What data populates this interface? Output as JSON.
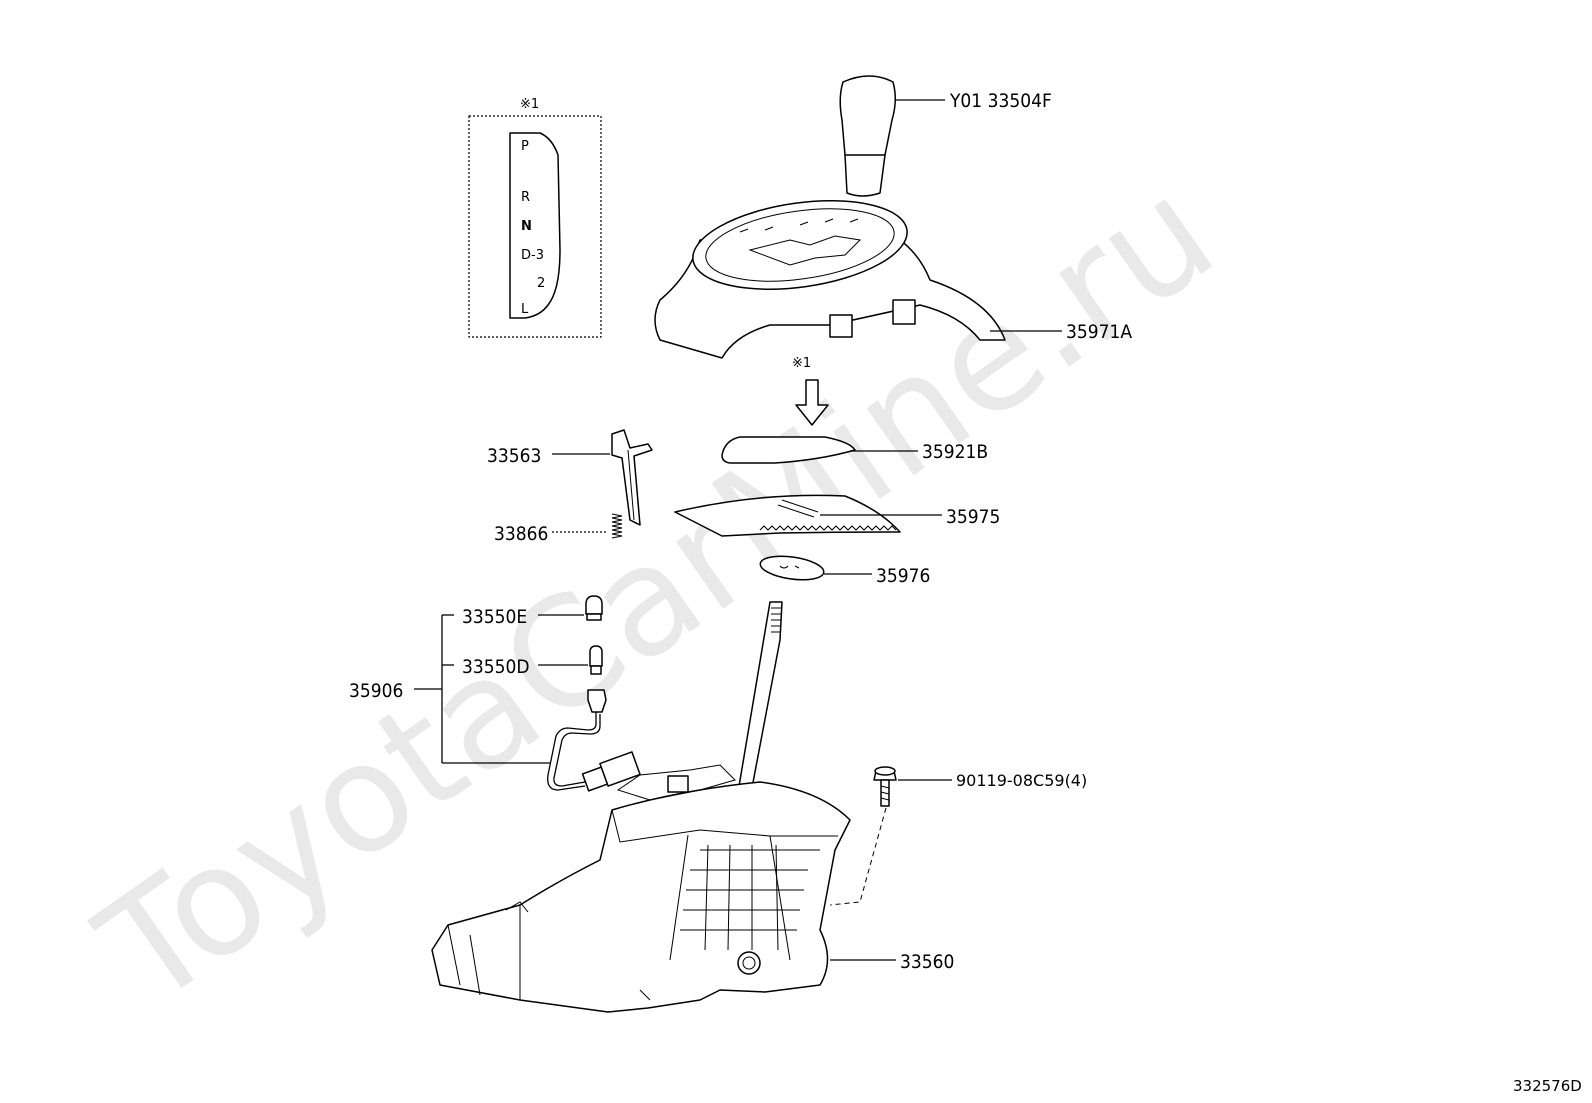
{
  "watermark": "ToyotaCarMine.ru",
  "diagram_id": "332576D",
  "inset": {
    "mark": "※1",
    "gears": [
      "P",
      "R",
      "N",
      "D-3",
      "2",
      "L"
    ]
  },
  "arrow_mark": "※1",
  "labels": {
    "knob": "Y01 33504F",
    "housing": "35971A",
    "plate": "35921B",
    "slide_cover": "35975",
    "cover_small": "35976",
    "lever_stop": "33563",
    "spring": "33866",
    "bulb_e": "33550E",
    "bulb_d": "33550D",
    "wire_assy": "35906",
    "screw": "90119-08C59(4)",
    "base": "33560"
  }
}
